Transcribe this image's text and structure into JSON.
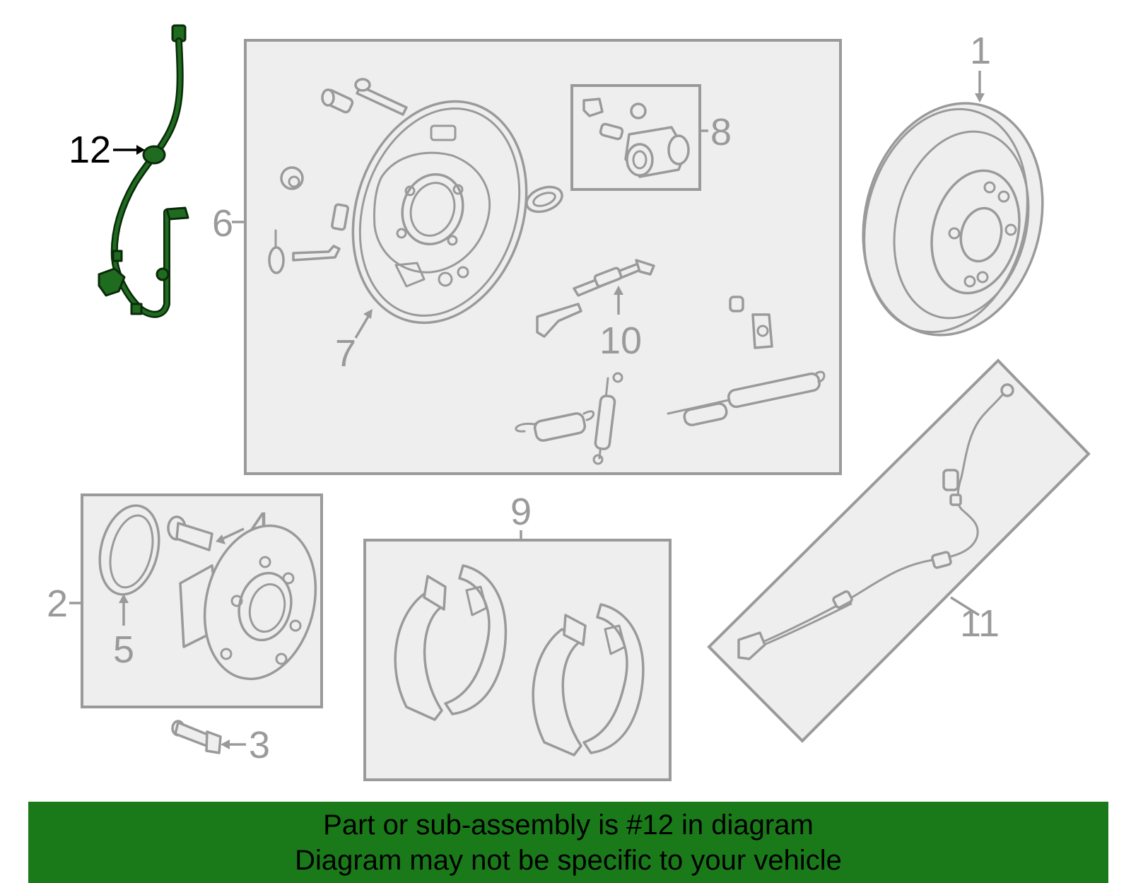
{
  "callouts": {
    "c1": "1",
    "c2": "2",
    "c3": "3",
    "c4": "4",
    "c5": "5",
    "c6": "6",
    "c7": "7",
    "c8": "8",
    "c9": "9",
    "c10": "10",
    "c11": "11",
    "c12": "12"
  },
  "highlighted_part": "12",
  "colors": {
    "highlight": "#1f6b1f",
    "banner": "#1a7a1a",
    "line": "#9a9a9a"
  },
  "banner": {
    "line1": "Part or sub-assembly is #12 in diagram",
    "line2": "Diagram may not be specific to your vehicle"
  }
}
